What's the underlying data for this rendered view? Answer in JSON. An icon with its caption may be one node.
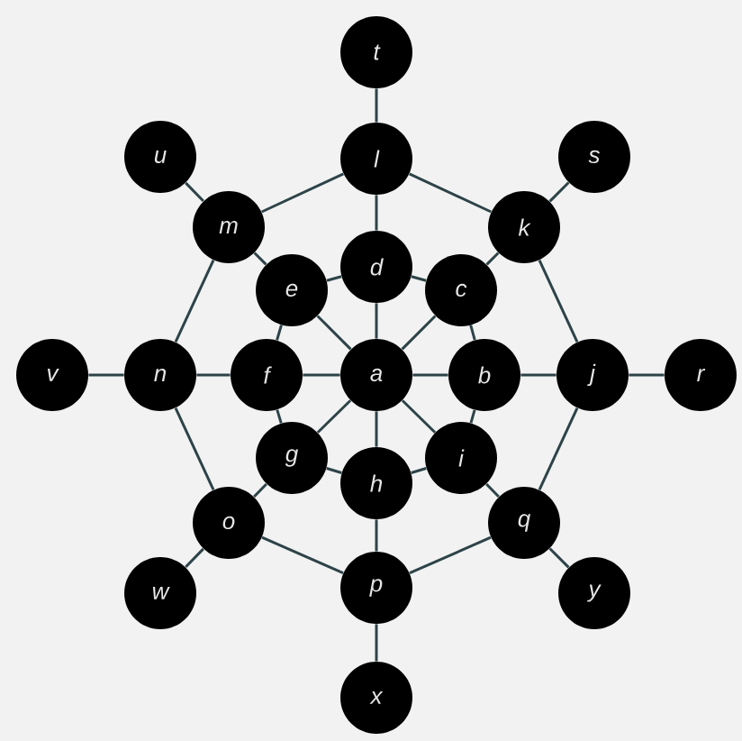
{
  "diagram": {
    "nodes": [
      {
        "text": [
          "t"
        ]
      },
      {
        "text": [
          "u"
        ]
      },
      {
        "text": [
          "l"
        ]
      },
      {
        "text": [
          "s"
        ]
      },
      {
        "text": [
          "m"
        ]
      },
      {
        "text": [
          "k"
        ]
      },
      {
        "text": [
          "d"
        ]
      },
      {
        "text": [
          "e"
        ]
      },
      {
        "text": [
          "c"
        ]
      },
      {
        "text": [
          "v"
        ]
      },
      {
        "text": [
          "n"
        ]
      },
      {
        "text": [
          "f"
        ]
      },
      {
        "text": [
          "a"
        ]
      },
      {
        "text": [
          "b"
        ]
      },
      {
        "text": [
          "j"
        ]
      },
      {
        "text": [
          "r"
        ]
      },
      {
        "text": [
          "g"
        ]
      },
      {
        "text": [
          "i"
        ]
      },
      {
        "text": [
          "h"
        ]
      },
      {
        "text": [
          "o"
        ]
      },
      {
        "text": [
          "q"
        ]
      },
      {
        "text": [
          "p"
        ]
      },
      {
        "text": [
          "w"
        ]
      },
      {
        "text": [
          "y"
        ]
      },
      {
        "text": [
          "x"
        ]
      }
    ],
    "edges": [
      {
        "from": 0,
        "to": 2,
        "arrow": "none"
      },
      {
        "from": 1,
        "to": 4,
        "arrow": "none"
      },
      {
        "from": 3,
        "to": 5,
        "arrow": "none"
      },
      {
        "from": 9,
        "to": 10,
        "arrow": "none"
      },
      {
        "from": 14,
        "to": 15,
        "arrow": "none"
      },
      {
        "from": 19,
        "to": 22,
        "arrow": "none"
      },
      {
        "from": 20,
        "to": 23,
        "arrow": "none"
      },
      {
        "from": 21,
        "to": 24,
        "arrow": "none"
      },
      {
        "from": 2,
        "to": 4,
        "arrow": "none"
      },
      {
        "from": 4,
        "to": 10,
        "arrow": "none"
      },
      {
        "from": 10,
        "to": 19,
        "arrow": "none"
      },
      {
        "from": 19,
        "to": 21,
        "arrow": "none"
      },
      {
        "from": 21,
        "to": 20,
        "arrow": "none"
      },
      {
        "from": 20,
        "to": 14,
        "arrow": "none"
      },
      {
        "from": 14,
        "to": 5,
        "arrow": "none"
      },
      {
        "from": 5,
        "to": 2,
        "arrow": "none"
      },
      {
        "from": 2,
        "to": 6,
        "arrow": "none"
      },
      {
        "from": 4,
        "to": 7,
        "arrow": "none"
      },
      {
        "from": 5,
        "to": 8,
        "arrow": "none"
      },
      {
        "from": 10,
        "to": 11,
        "arrow": "none"
      },
      {
        "from": 14,
        "to": 13,
        "arrow": "none"
      },
      {
        "from": 19,
        "to": 16,
        "arrow": "none"
      },
      {
        "from": 20,
        "to": 17,
        "arrow": "none"
      },
      {
        "from": 21,
        "to": 18,
        "arrow": "none"
      },
      {
        "from": 6,
        "to": 7,
        "arrow": "none"
      },
      {
        "from": 6,
        "to": 8,
        "arrow": "none"
      },
      {
        "from": 7,
        "to": 11,
        "arrow": "none"
      },
      {
        "from": 8,
        "to": 13,
        "arrow": "none"
      },
      {
        "from": 11,
        "to": 16,
        "arrow": "none"
      },
      {
        "from": 13,
        "to": 17,
        "arrow": "none"
      },
      {
        "from": 16,
        "to": 18,
        "arrow": "none"
      },
      {
        "from": 17,
        "to": 18,
        "arrow": "none"
      },
      {
        "from": 12,
        "to": 6,
        "arrow": "none"
      },
      {
        "from": 12,
        "to": 7,
        "arrow": "none"
      },
      {
        "from": 12,
        "to": 8,
        "arrow": "none"
      },
      {
        "from": 12,
        "to": 11,
        "arrow": "none"
      },
      {
        "from": 12,
        "to": 13,
        "arrow": "none"
      },
      {
        "from": 12,
        "to": 16,
        "arrow": "none"
      },
      {
        "from": 12,
        "to": 17,
        "arrow": "none"
      },
      {
        "from": 12,
        "to": 18,
        "arrow": "none"
      }
    ]
  }
}
